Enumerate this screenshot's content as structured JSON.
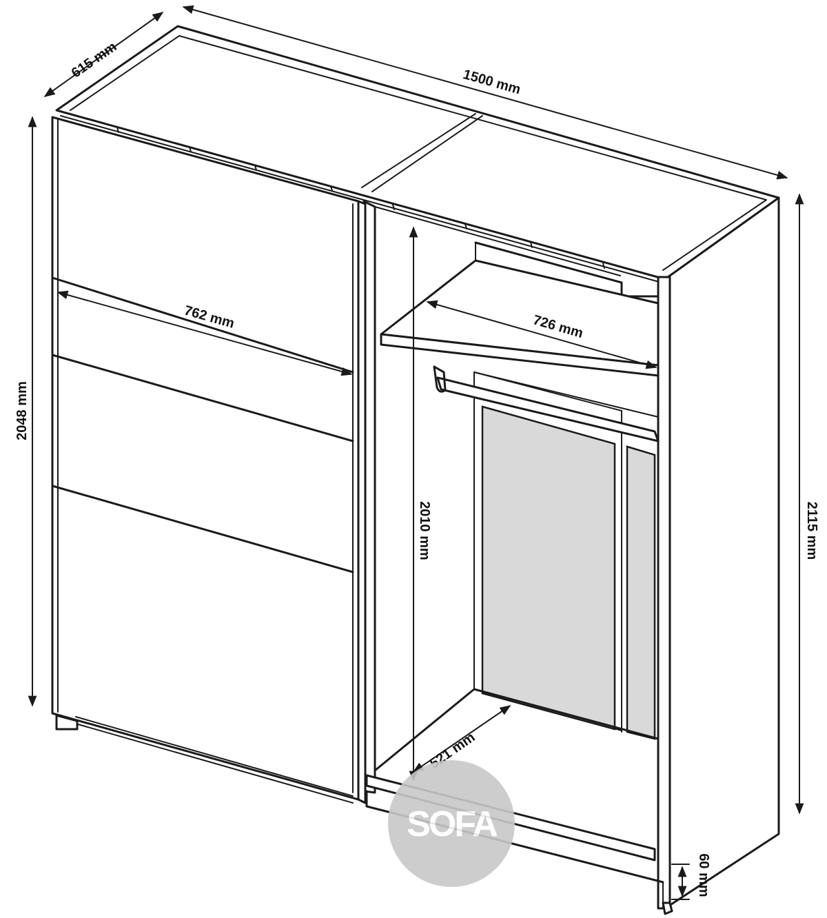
{
  "dimensions": {
    "depth": "615 mm",
    "width": "1500 mm",
    "door_width": "762 mm",
    "total_height": "2115 mm",
    "door_height": "2048 mm",
    "interior_height": "2010 mm",
    "shelf_width": "726 mm",
    "interior_depth": "521 mm",
    "plinth_height": "60 mm"
  },
  "watermark": {
    "text": "SOFA"
  },
  "colors": {
    "line": "#1a1a1a",
    "shade": "#d9d9d9",
    "watermark": "#c8c8c8"
  }
}
